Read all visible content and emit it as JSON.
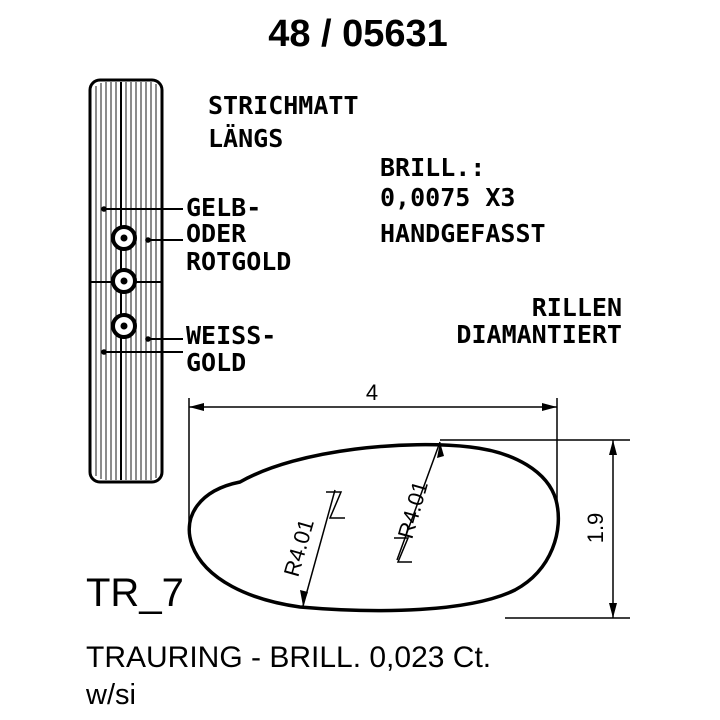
{
  "title": "48 / 05631",
  "finish": {
    "line1": "STRICHMATT",
    "line2": "LÄNGS"
  },
  "diamond": {
    "line1": "BRILL.:",
    "line2": "0,0075 X3",
    "line3": "HANDGEFASST"
  },
  "grooves": {
    "line1": "RILLEN",
    "line2": "DIAMANTIERT"
  },
  "material_top": {
    "line1": "GELB-",
    "line2": "ODER",
    "line3": "ROTGOLD"
  },
  "material_bottom": {
    "line1": "WEISS-",
    "line2": "GOLD"
  },
  "dimensions": {
    "width": "4",
    "height": "1.9",
    "radius_left": "R4.01",
    "radius_right": "R4.01"
  },
  "profile_code": "TR_7",
  "description": "TRAURING - BRILL. 0,023 Ct.",
  "color_code": "w/si"
}
